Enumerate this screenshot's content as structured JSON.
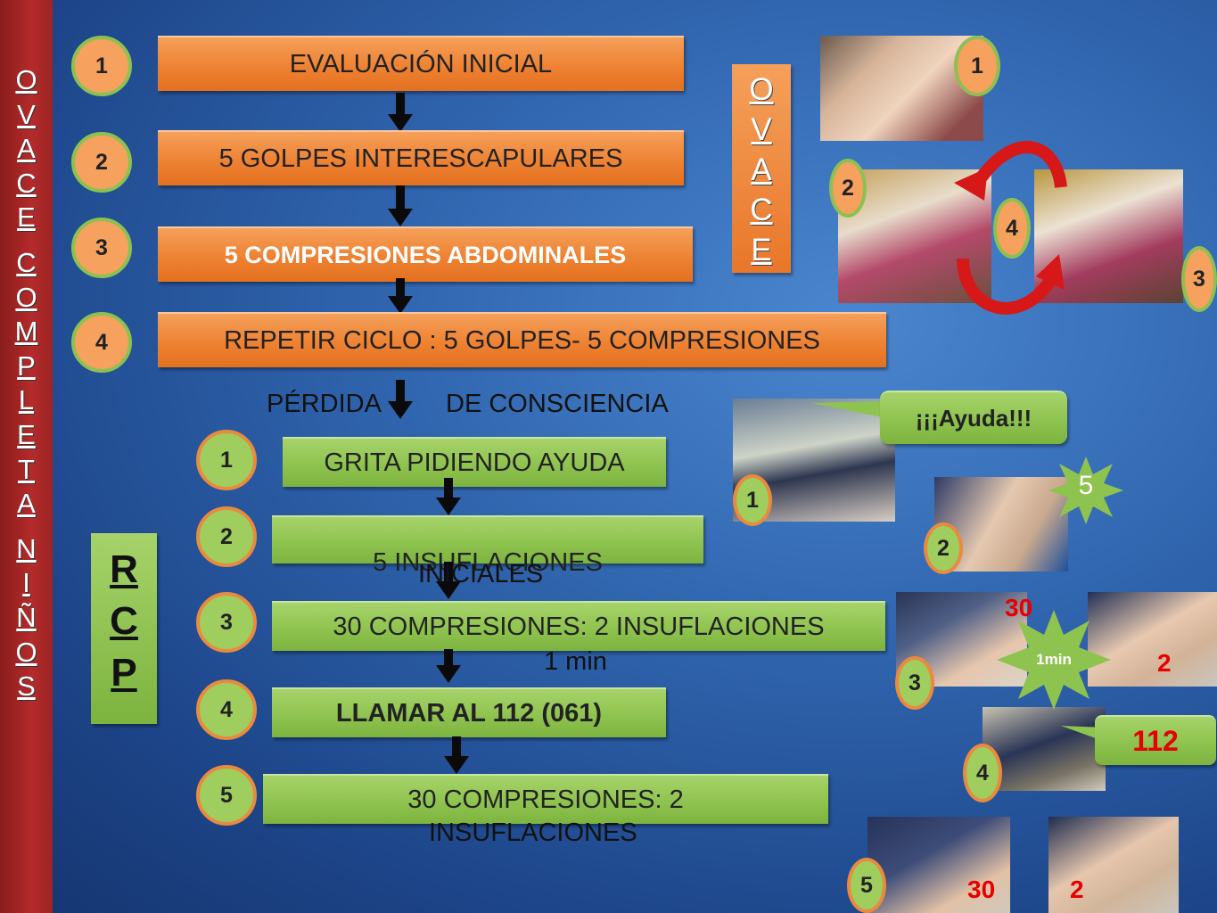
{
  "sidebar": {
    "letters": [
      "O",
      "V",
      "A",
      "C",
      "E",
      "C",
      "O",
      "M",
      "P",
      "L",
      "E",
      "T",
      "A",
      "N",
      "I",
      "Ñ",
      "O",
      "S"
    ]
  },
  "ovace_steps": [
    {
      "num": "1",
      "label": "EVALUACIÓN INICIAL"
    },
    {
      "num": "2",
      "label": "5 GOLPES  INTERESCAPULARES"
    },
    {
      "num": "3",
      "label": "5 COMPRESIONES  ABDOMINALES"
    },
    {
      "num": "4",
      "label": "REPETIR CICLO : 5 GOLPES- 5 COMPRESIONES"
    }
  ],
  "ovace_box": {
    "letters": [
      "O",
      "V",
      "A",
      "C",
      "E"
    ]
  },
  "consciousness_loss": {
    "word1": "PÉRDIDA",
    "word2": "DE CONSCIENCIA"
  },
  "rcp_steps": [
    {
      "num": "1",
      "label": "GRITA PIDIENDO AYUDA"
    },
    {
      "num": "2",
      "label_line1": "5 INSUFLACIONES",
      "label_line2": "INICIALES"
    },
    {
      "num": "3",
      "label": "30 COMPRESIONES: 2 INSUFLACIONES",
      "note": "1 min"
    },
    {
      "num": "4",
      "label": "LLAMAR AL 112 (061)"
    },
    {
      "num": "5",
      "label_line1": "30 COMPRESIONES: 2",
      "label_line2": "INSUFLACIONES"
    }
  ],
  "rcp_box": {
    "letters": [
      "R",
      "C",
      "P"
    ]
  },
  "photo_badges": {
    "ovace": [
      "1",
      "2",
      "4",
      "3"
    ],
    "rcp": [
      "1",
      "2",
      "3",
      "4",
      "5"
    ]
  },
  "callouts": {
    "help": "¡¡¡Ayuda!!!",
    "burst_5": "5",
    "burst_1min": "1min",
    "phone": "112",
    "count_30a": "30",
    "count_2a": "2",
    "count_30b": "30",
    "count_2b": "2"
  },
  "colors": {
    "orange": "#ee8233",
    "green": "#8fc34f",
    "sidebar_red": "#b42b2b",
    "background_blue": "#2f64ad",
    "alert_red": "#e60000"
  },
  "icons": [
    "down-arrow-icon",
    "circular-arrow-icon",
    "speech-bubble-icon",
    "starburst-icon"
  ]
}
